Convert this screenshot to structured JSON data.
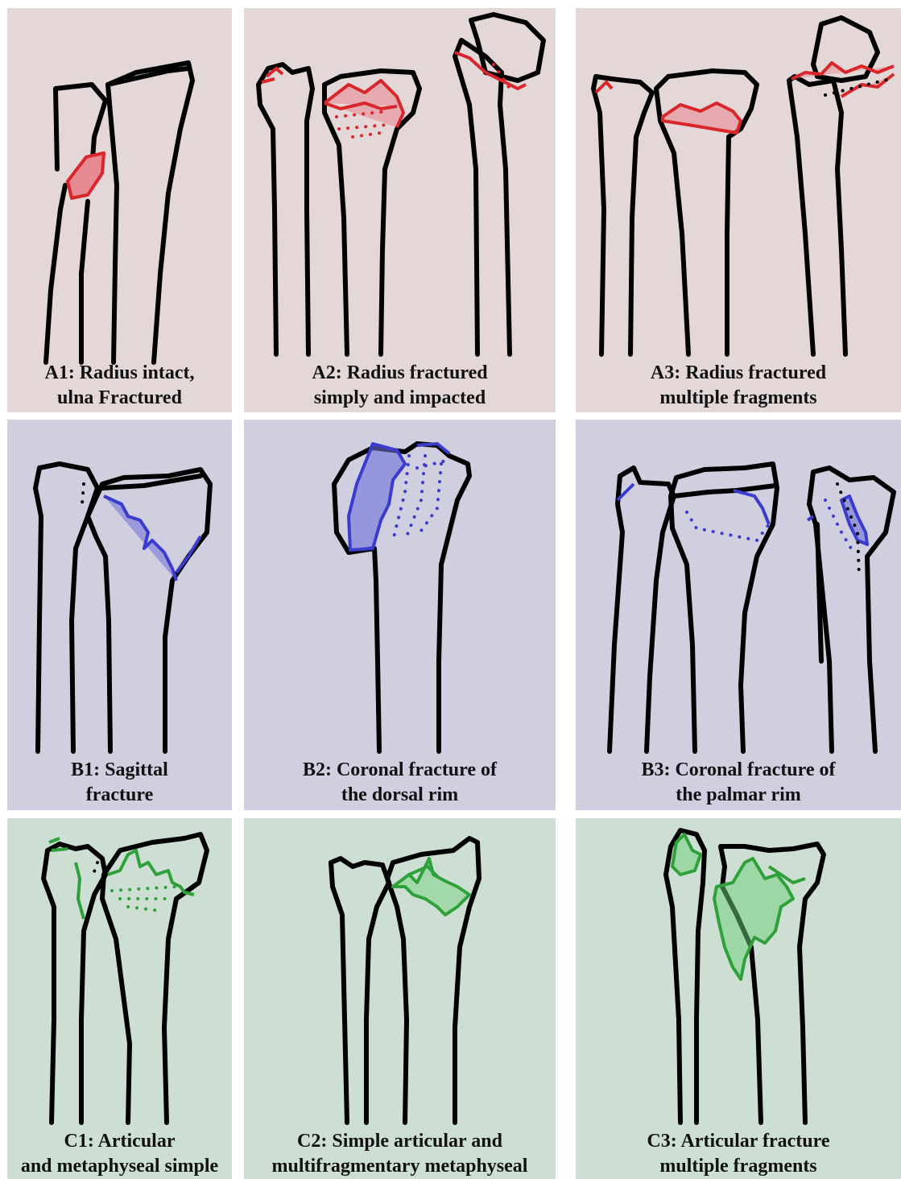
{
  "colors": {
    "row_a_background": "#e4d7d7",
    "row_b_background": "#cfcfe0",
    "row_c_background": "#cddfd2",
    "fracture_a": "#d9262b",
    "fracture_b": "#3a3ccf",
    "fracture_c": "#2fa13b",
    "bone_outline": "#000000"
  },
  "panels": {
    "a1": {
      "line1": "A1: Radius intact,",
      "line2": "ulna Fractured"
    },
    "a2": {
      "line1": "A2: Radius fractured",
      "line2": "simply and impacted"
    },
    "a3": {
      "line1": "A3: Radius fractured",
      "line2": "multiple fragments"
    },
    "b1": {
      "line1": "B1: Sagittal",
      "line2": "fracture"
    },
    "b2": {
      "line1": "B2: Coronal fracture of",
      "line2": "the dorsal rim"
    },
    "b3": {
      "line1": "B3: Coronal fracture of",
      "line2": "the palmar rim"
    },
    "c1": {
      "line1": "C1: Articular",
      "line2": "and metaphyseal simple"
    },
    "c2": {
      "line1": "C2: Simple articular and",
      "line2": "multifragmentary metaphyseal"
    },
    "c3": {
      "line1": "C3: Articular fracture",
      "line2": "multiple fragments"
    }
  }
}
